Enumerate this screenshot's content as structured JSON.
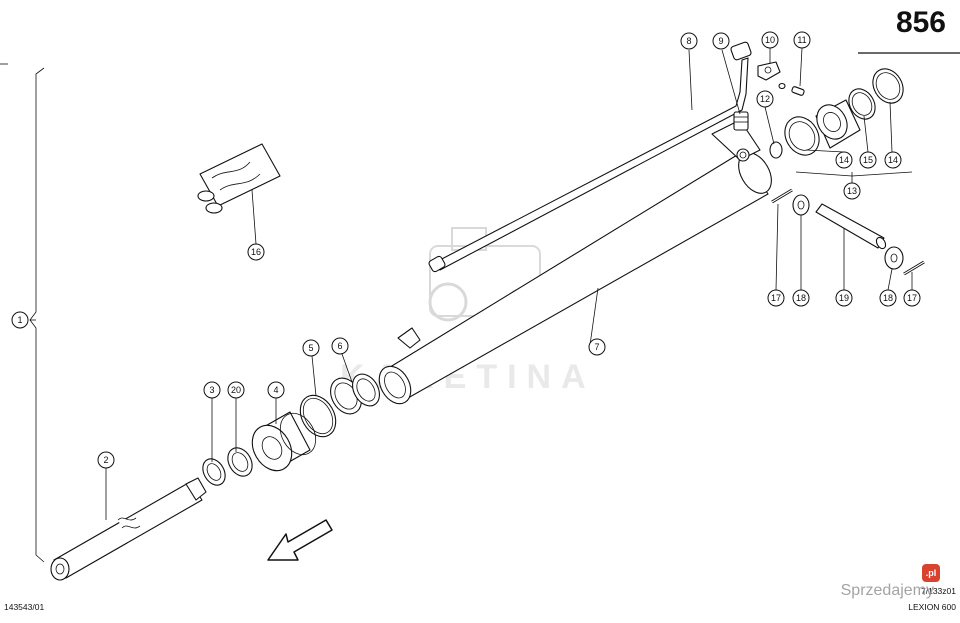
{
  "page_number": "856",
  "diagram_code_left": "143543/01",
  "diagram_code_right": "7/133z01",
  "model": "LEXION 600",
  "watermark_text": "KARETINA",
  "site_watermark": "Sprzedajemy",
  "site_badge": ".pl",
  "callouts": {
    "c1": "1",
    "c2": "2",
    "c3": "3",
    "c20": "20",
    "c4": "4",
    "c5": "5",
    "c6": "6",
    "c7": "7",
    "c8": "8",
    "c9": "9",
    "c10": "10",
    "c11": "11",
    "c12": "12",
    "c13": "13",
    "c14a": "14",
    "c15": "15",
    "c14b": "14",
    "c16": "16",
    "c17a": "17",
    "c18a": "18",
    "c19": "19",
    "c18b": "18",
    "c17b": "17"
  }
}
